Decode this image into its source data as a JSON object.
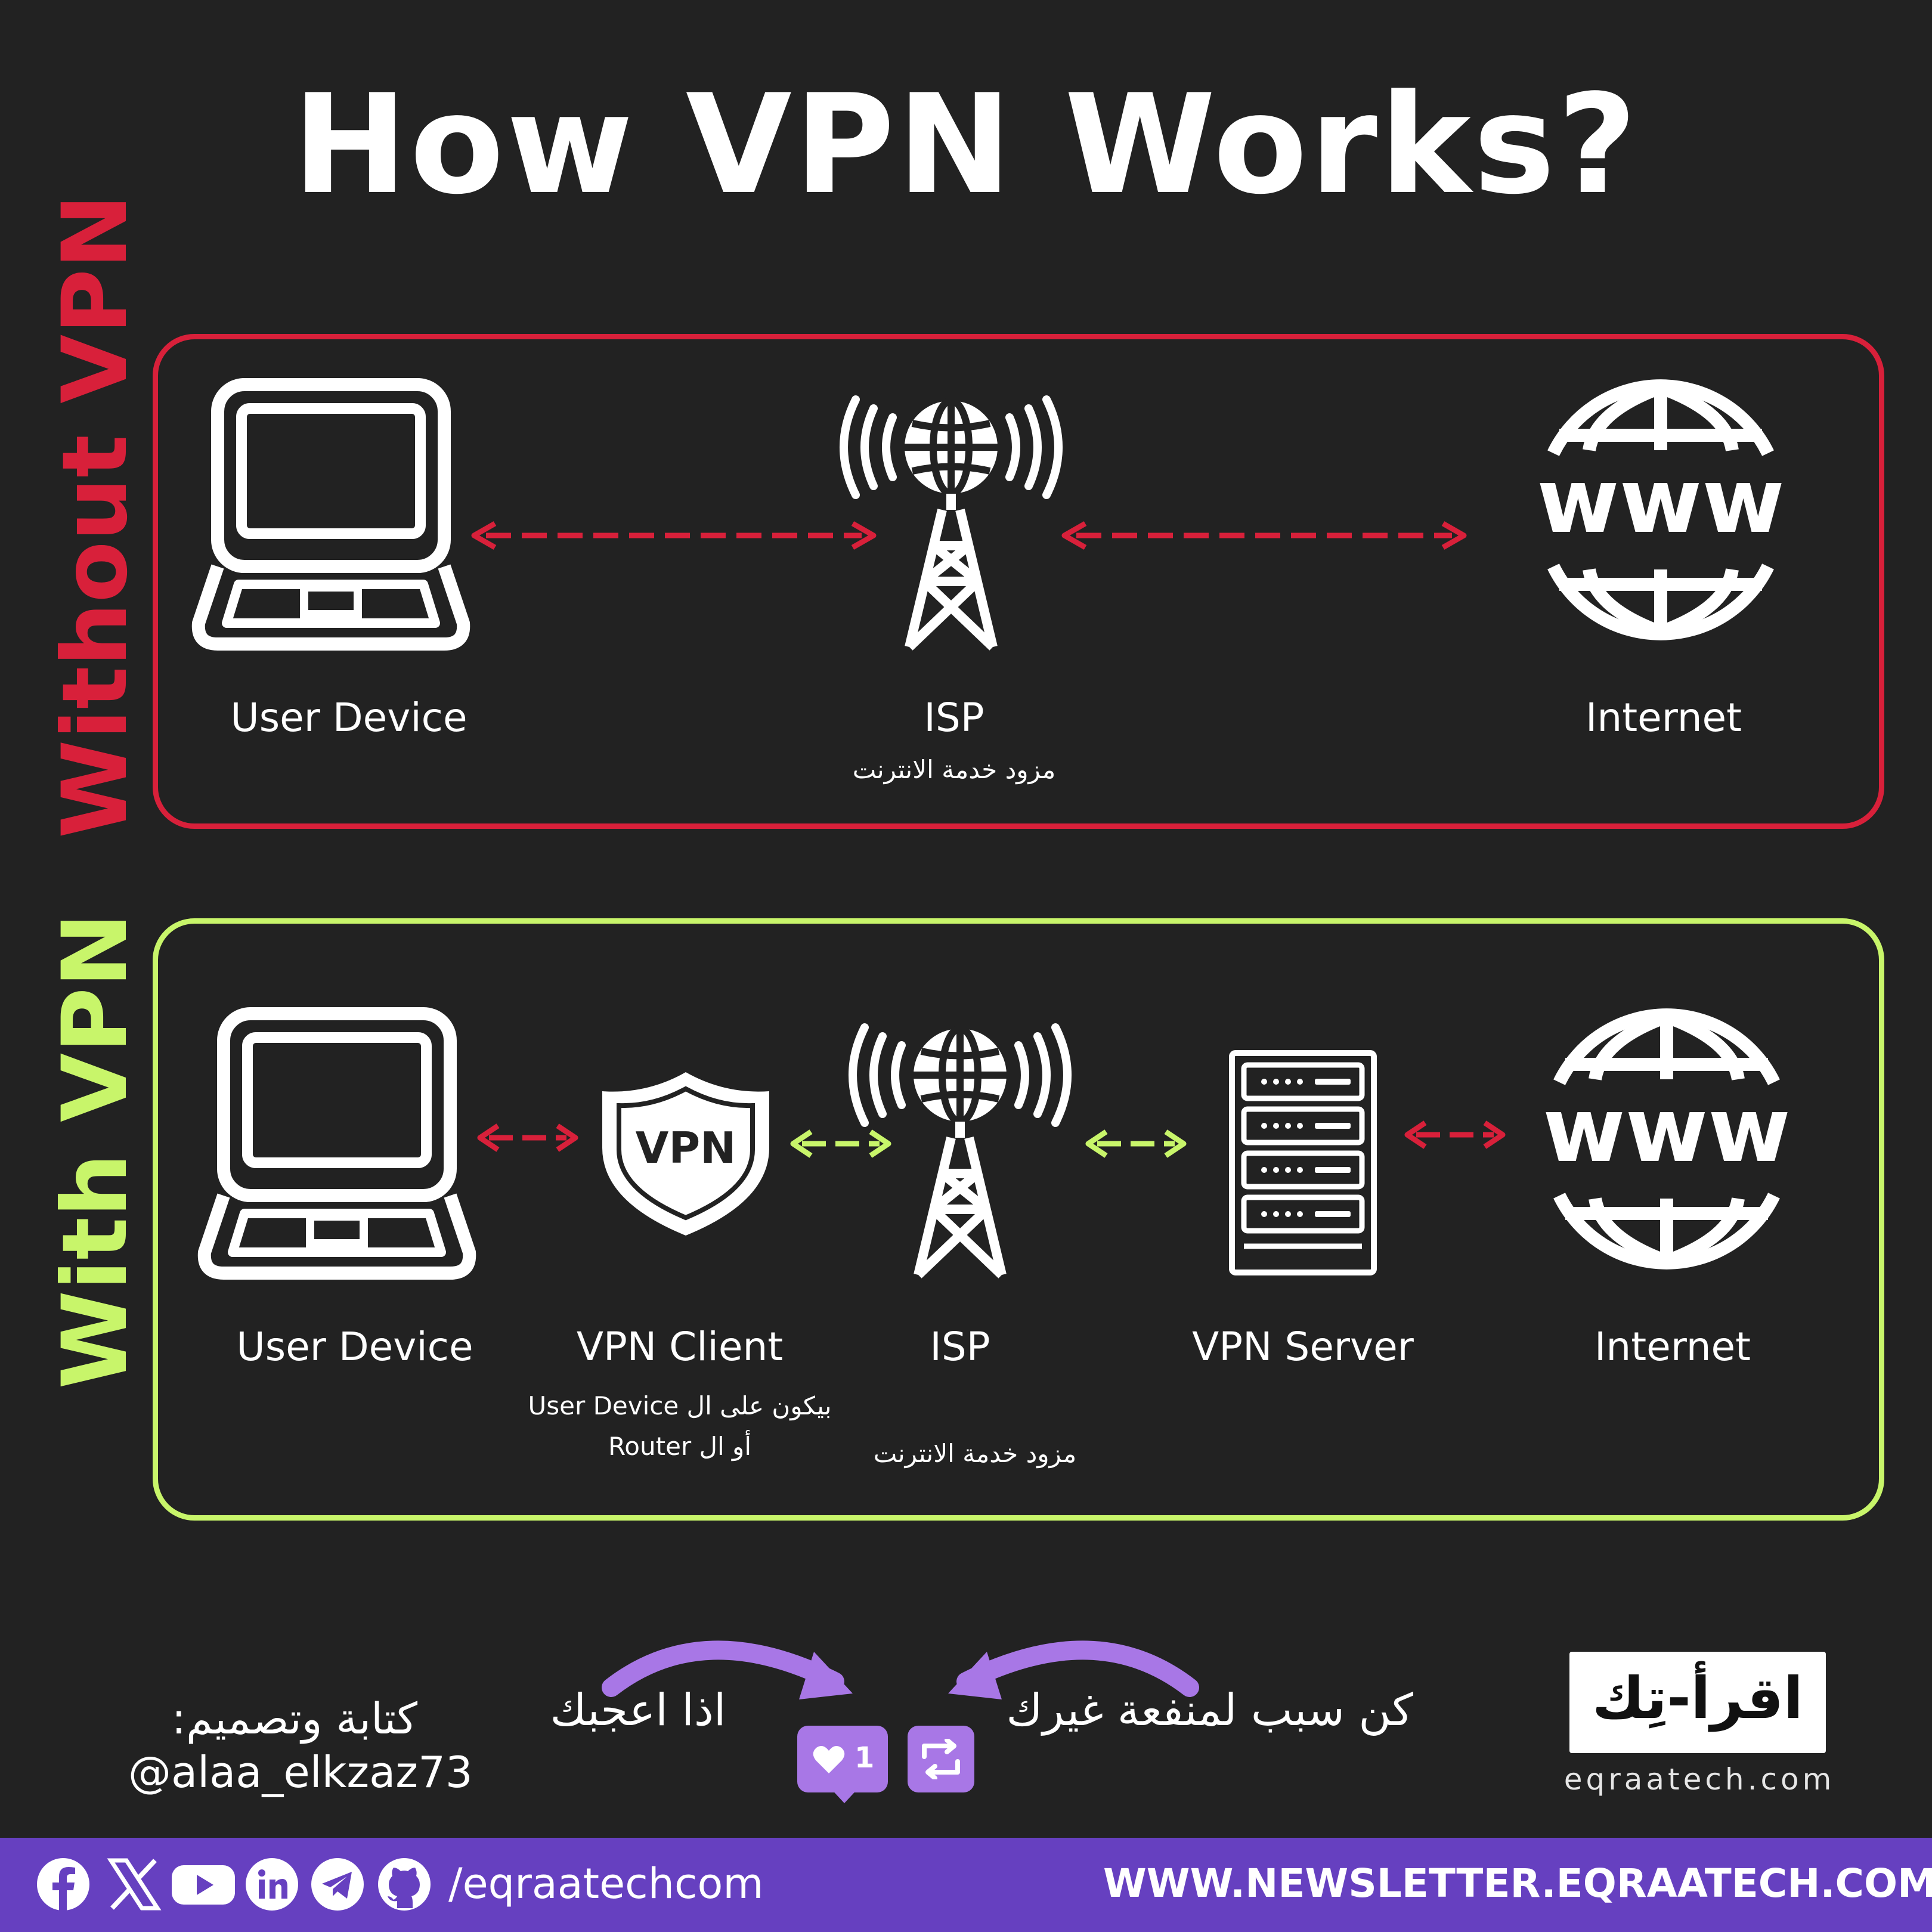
{
  "title": "How VPN Works?",
  "colors": {
    "background": "#222222",
    "without": "#d8203a",
    "with": "#c8f56a",
    "accent": "#a877e6",
    "footer": "#6640c0"
  },
  "without_vpn": {
    "label": "Without VPN",
    "nodes": [
      {
        "icon": "laptop-icon",
        "label": "User Device",
        "sub": ""
      },
      {
        "icon": "cell-tower-icon",
        "label": "ISP",
        "sub": "مزود خدمة الانترنت"
      },
      {
        "icon": "www-globe-icon",
        "label": "Internet",
        "sub": ""
      }
    ]
  },
  "with_vpn": {
    "label": "With VPN",
    "nodes": [
      {
        "icon": "laptop-icon",
        "label": "User Device",
        "sub": ""
      },
      {
        "icon": "vpn-shield-icon",
        "label": "VPN Client",
        "sub1": "بيكون على ال User Device",
        "sub2": "أو ال Router",
        "shield_text": "VPN"
      },
      {
        "icon": "cell-tower-icon",
        "label": "ISP",
        "sub": "مزود خدمة الانترنت"
      },
      {
        "icon": "server-rack-icon",
        "label": "VPN Server",
        "sub": ""
      },
      {
        "icon": "www-globe-icon",
        "label": "Internet",
        "sub": ""
      }
    ]
  },
  "globe_text": "www",
  "cta": {
    "left_text": "اذا اعجبك",
    "right_text": "كن سبب لمنفعة غيرك",
    "like_count": "1"
  },
  "credit": {
    "label": "كتابة وتصميم:",
    "handle": "@alaa_elkzaz73"
  },
  "brand": {
    "logo_text": "اقرأ-تِك",
    "site": "eqraatech.com"
  },
  "footer": {
    "social_handle": "/eqraatechcom",
    "newsletter": "WWW.NEWSLETTER.EQRAATECH.COM",
    "social_icons": [
      "facebook-icon",
      "x-icon",
      "youtube-icon",
      "linkedin-icon",
      "telegram-icon",
      "github-icon"
    ]
  }
}
